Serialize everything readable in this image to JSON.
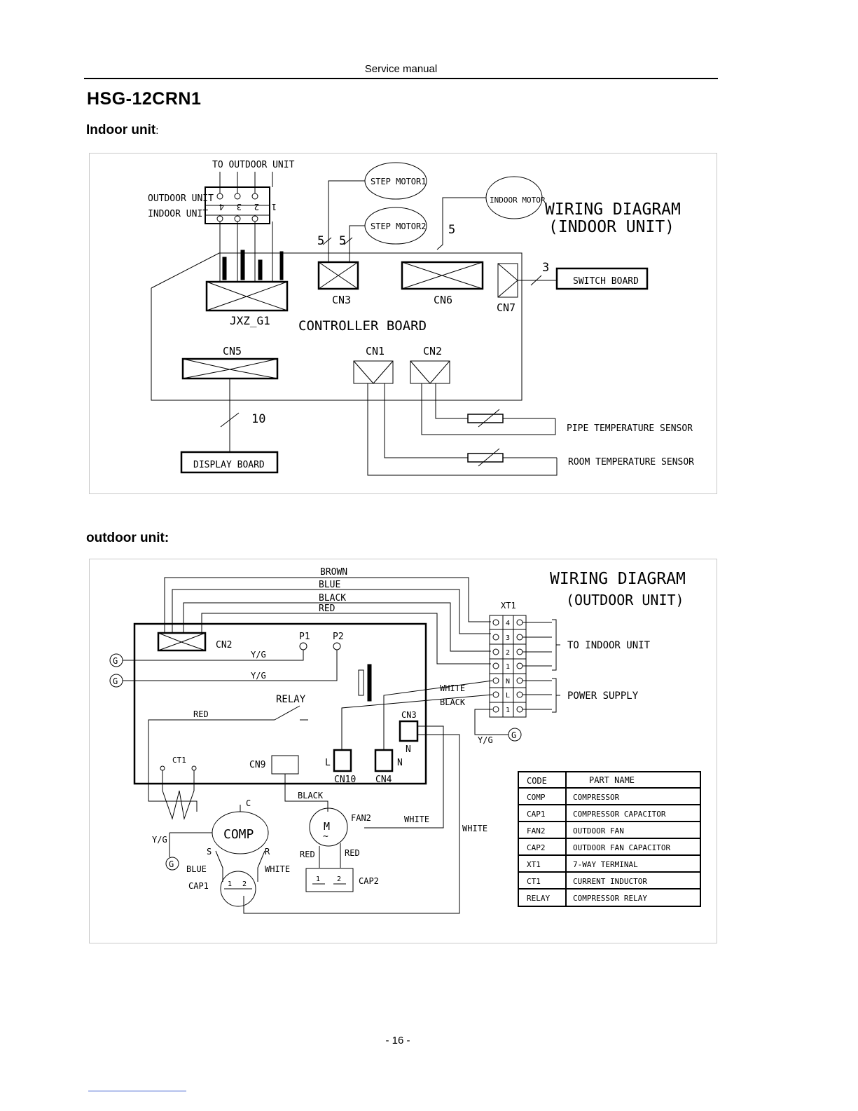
{
  "header": {
    "text": "Service manual"
  },
  "model": "HSG-12CRN1",
  "indoor": {
    "section_label": "Indoor unit",
    "section_colon": ":",
    "title_line1": "WIRING DIAGRAM",
    "title_line2": "(INDOOR UNIT)",
    "to_outdoor": "TO OUTDOOR UNIT",
    "outdoor_unit": "OUTDOOR UNIT",
    "indoor_unit": "INDOOR UNIT",
    "terminals": [
      "4",
      "3",
      "2",
      "1"
    ],
    "step_motor1": "STEP MOTOR1",
    "step_motor2": "STEP MOTOR2",
    "indoor_motor": "INDOOR MOTOR",
    "wire_count_a": "5",
    "wire_count_b": "5",
    "wire_count_c": "5",
    "wire_count_d": "3",
    "wire_count_e": "10",
    "cn3": "CN3",
    "cn6": "CN6",
    "cn7": "CN7",
    "jxz": "JXZ_G1",
    "controller_board": "CONTROLLER BOARD",
    "cn5": "CN5",
    "cn1": "CN1",
    "cn2": "CN2",
    "switch_board": "SWITCH BOARD",
    "display_board": "DISPLAY BOARD",
    "pipe_sensor": "PIPE TEMPERATURE SENSOR",
    "room_sensor": "ROOM TEMPERATURE SENSOR"
  },
  "outdoor": {
    "section_label": "outdoor unit:",
    "title_line1": "WIRING DIAGRAM",
    "title_line2": "(OUTDOOR UNIT)",
    "wire_brown": "BROWN",
    "wire_blue": "BLUE",
    "wire_black": "BLACK",
    "wire_red": "RED",
    "xt1": "XT1",
    "xt1_numbers": [
      "4",
      "3",
      "2",
      "1",
      "N",
      "L",
      "1"
    ],
    "to_indoor_unit": "TO INDOOR UNIT",
    "power_supply": "POWER SUPPLY",
    "cn2": "CN2",
    "p1": "P1",
    "p2": "P2",
    "g": "G",
    "yg": "Y/G",
    "relay": "RELAY",
    "red": "RED",
    "white": "WHITE",
    "black": "BLACK",
    "cn3": "CN3",
    "n": "N",
    "l": "L",
    "ct1": "CT1",
    "cn9": "CN9",
    "cn10": "CN10",
    "cn4": "CN4",
    "c": "C",
    "comp": "COMP",
    "s": "S",
    "r": "R",
    "blue": "BLUE",
    "cap1": "CAP1",
    "fan2": "FAN2",
    "motor_symbol": "M",
    "motor_tilde": "~",
    "cap2": "CAP2",
    "cap_pins": [
      "1",
      "2"
    ],
    "parts_header": {
      "code": "CODE",
      "name": "PART NAME"
    },
    "parts": [
      {
        "code": "COMP",
        "name": "COMPRESSOR"
      },
      {
        "code": "CAP1",
        "name": "COMPRESSOR CAPACITOR"
      },
      {
        "code": "FAN2",
        "name": "OUTDOOR FAN"
      },
      {
        "code": "CAP2",
        "name": "OUTDOOR FAN CAPACITOR"
      },
      {
        "code": "XT1",
        "name": "7-WAY TERMINAL"
      },
      {
        "code": "CT1",
        "name": "CURRENT INDUCTOR"
      },
      {
        "code": "RELAY",
        "name": "COMPRESSOR RELAY"
      }
    ]
  },
  "page_number": "- 16 -"
}
